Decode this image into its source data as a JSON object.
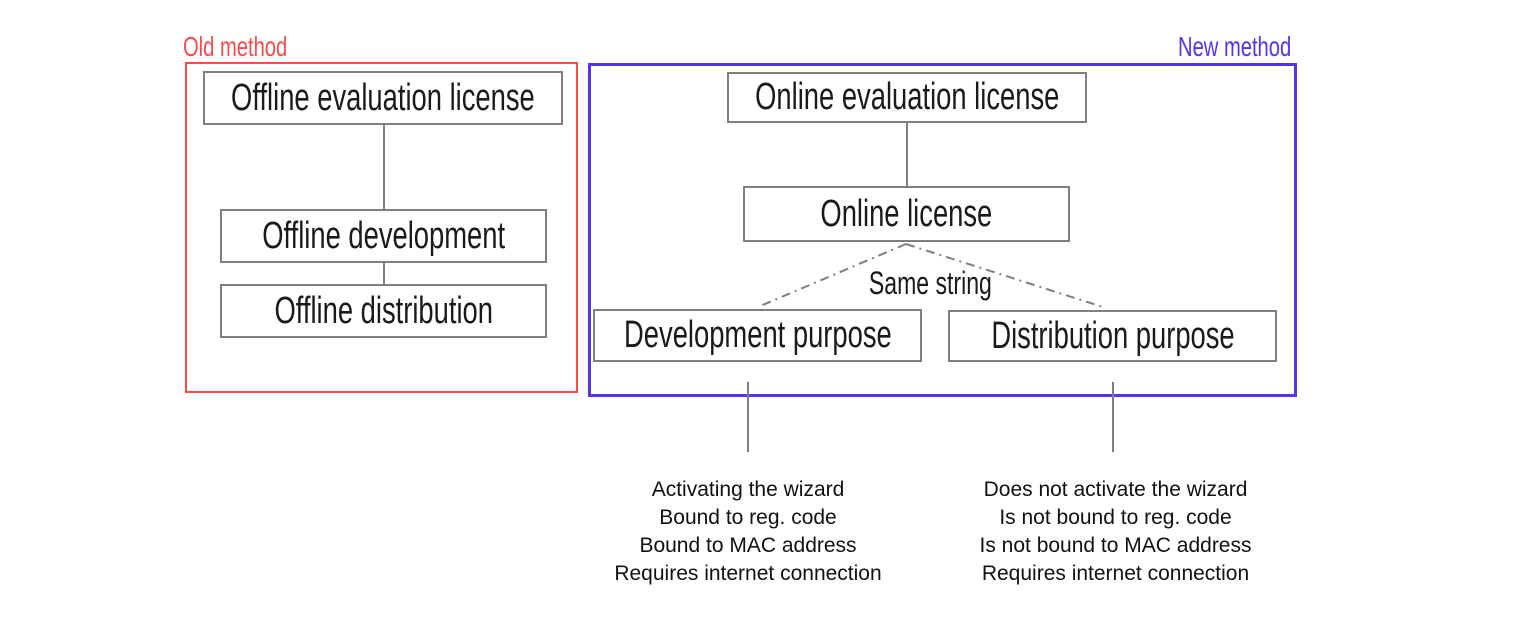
{
  "diagram": {
    "old_method": {
      "label": "Old method",
      "color": "#f84b4b",
      "nodes": {
        "evaluation": "Offline evaluation license",
        "development": "Offline development",
        "distribution": "Offline distribution"
      }
    },
    "new_method": {
      "label": "New method",
      "color": "#5633f0",
      "same_string_label": "Same string",
      "nodes": {
        "evaluation": "Online evaluation license",
        "license": "Online license",
        "development": "Development purpose",
        "distribution": "Distribution purpose"
      }
    },
    "notes": {
      "development": [
        "Activating the wizard",
        "Bound to reg. code",
        "Bound to MAC address",
        "Requires internet connection"
      ],
      "distribution": [
        "Does not activate the wizard",
        "Is not bound to reg. code",
        "Is not bound to MAC address",
        "Requires internet connection"
      ]
    },
    "line_color": "#7f7f7f",
    "node_border_color": "#7f7f7f",
    "text_color": "#1a1a1a"
  }
}
